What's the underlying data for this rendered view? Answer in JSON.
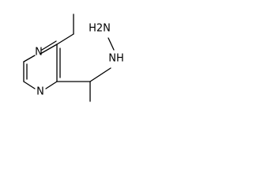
{
  "molecule": {
    "atoms": {
      "ring_n_top": "N",
      "ring_n_bottom": "N",
      "amine_nh": "NH",
      "hydrazine_h2n": "H2N"
    }
  }
}
